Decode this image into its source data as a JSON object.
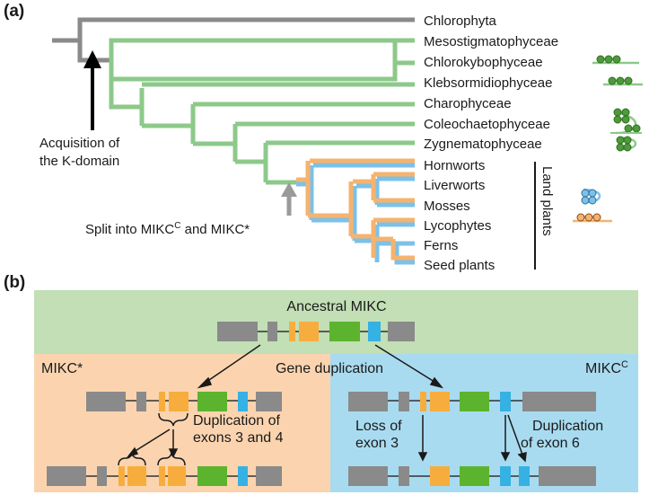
{
  "panel_a": {
    "label": "(a)",
    "taxa": [
      "Chlorophyta",
      "Mesostigmatophyceae",
      "Chlorokybophyceae",
      "Klebsormidiophyceae",
      "Charophyceae",
      "Coleochaetophyceae",
      "Zygnematophyceae",
      "Hornworts",
      "Liverworts",
      "Mosses",
      "Lycophytes",
      "Ferns",
      "Seed plants"
    ],
    "kdomain_line1": "Acquisition of",
    "kdomain_line2": "the K-domain",
    "split_text": "Split into MIKC",
    "split_sup": "C",
    "split_text2": " and MIKC*",
    "land_plants": "Land plants"
  },
  "panel_b": {
    "label": "(b)",
    "ancestral": "Ancestral MIKC",
    "gene_duplication": "Gene duplication",
    "mikc_star": "MIKC*",
    "mikc_c": "MIKC",
    "mikc_c_sup": "C",
    "dup34_line1": "Duplication of",
    "dup34_line2": "exons 3 and 4",
    "loss3_line1": "Loss of",
    "loss3_line2": "exon 3",
    "dup6_line1": "Duplication",
    "dup6_line2": "of exon 6"
  },
  "colors": {
    "gray": "#8a8a8a",
    "green_branch": "#8cc98a",
    "orange": "#f7ad3e",
    "blue": "#35b1e4",
    "exon_green": "#5cb42e",
    "bg_green": "#c2dfb5",
    "bg_orange": "#fbd4af",
    "bg_blue": "#a9dbf0"
  }
}
